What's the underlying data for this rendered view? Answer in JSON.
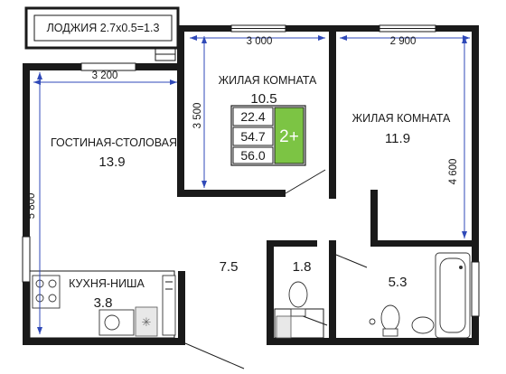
{
  "plan": {
    "loggia_label": "ЛОДЖИЯ 2.7х0.5=1.3",
    "rooms": {
      "living": {
        "name": "ГОСТИНАЯ-СТОЛОВАЯ",
        "area": "13.9"
      },
      "bedroom1": {
        "name": "ЖИЛАЯ КОМНАТА",
        "area": "10.5"
      },
      "bedroom2": {
        "name": "ЖИЛАЯ КОМНАТА",
        "area": "11.9"
      },
      "kitchen": {
        "name": "КУХНЯ-НИША",
        "area": "3.8"
      },
      "hall": {
        "area": "7.5"
      },
      "wc": {
        "area": "1.8"
      },
      "bath": {
        "area": "5.3"
      }
    },
    "dimensions": {
      "living_width": "3 200",
      "living_height": "5 800",
      "bedroom1_width": "3 000",
      "bedroom1_height": "3 500",
      "bedroom2_width": "2 900",
      "bedroom2_height": "4 600"
    },
    "summary": {
      "living_area": "22.4",
      "total_area": "54.7",
      "total_area_with_loggia": "56.0",
      "rooms_badge": "2+",
      "badge_color": "#7cc444"
    }
  }
}
